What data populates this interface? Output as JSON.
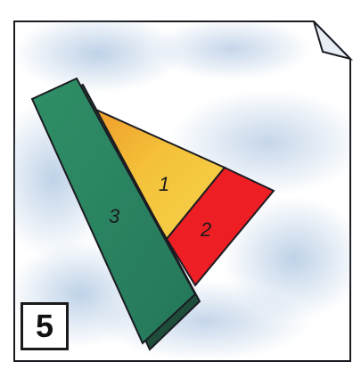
{
  "step": {
    "number": "5"
  },
  "pieces": [
    {
      "label": "1",
      "color": "#f2b82e",
      "name": "yellow-triangle-piece"
    },
    {
      "label": "2",
      "color": "#ee1f24",
      "name": "red-trapezoid-piece"
    },
    {
      "label": "3",
      "color": "#2e8a63",
      "name": "green-strip-piece"
    }
  ],
  "colors": {
    "paper": "#ffffff",
    "paper_shade": "#a9c3e0",
    "outline": "#1b1b22",
    "fold_corner": "#e9eef6"
  }
}
